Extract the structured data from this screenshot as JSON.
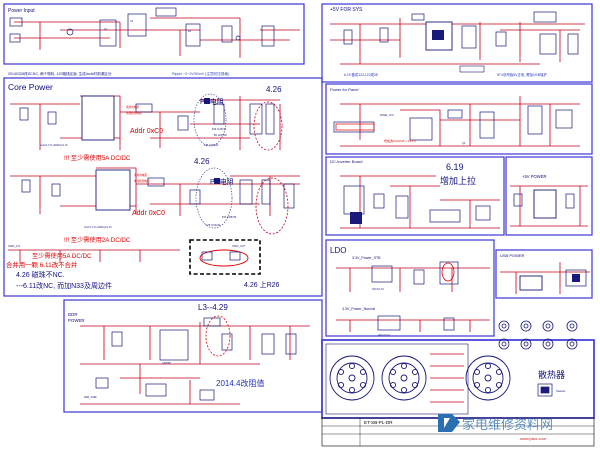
{
  "colors": {
    "frame": "#4a44d8",
    "wire": "#c0001e",
    "part": "#1a1a7a",
    "net": "#0a0a0a",
    "warn": "#e00000",
    "note_blue": "#2030c0",
    "note_dark": "#101080",
    "watermark": "#2a6fb0",
    "watermark_red": "#d02020"
  },
  "panels": {
    "power_input": {
      "title": "Power Input"
    },
    "five_v_sys": {
      "title": "+5V FOR SYS"
    },
    "core_power": {
      "title": "Core Power",
      "note_top": "20140328改DCDC, 两个物料, 120路线区版, 生成dcdc时前请区分",
      "note_top_right": "Ripple ~0~3V/50mV  (注意耐压规格)",
      "marks": [
        "4.26",
        "4.26"
      ],
      "pr_labels": [
        "PR电阻",
        "PR电阻"
      ],
      "addr_labels": [
        "Addr 0xC0",
        "Addr 0xC0"
      ],
      "warn_1": "!!! 至少需使用5A DC/DC",
      "warn_2": "!!! 至少需使用2A DC/DC",
      "warn_3": "至少需使用5A DC/DC",
      "warn_4": "合并用一颗 6.11改不合并",
      "fix_1": "4.26 磁珠不NC.",
      "fix_2": "---6.11改NC, 而加N33及周边件",
      "fix_3": "4.26 上R26"
    },
    "power_for_panel": {
      "title": "Power for Panel"
    },
    "dc_inverter": {
      "title": "DC-Inverter Board",
      "mark": "6.19",
      "mark_text": "增加上拉"
    },
    "plus5v_power": {
      "title": "+5V POWER"
    },
    "ldo": {
      "title": "LDO",
      "sub_1": "3.3V_Power_STB",
      "sub_2": "3.3V_Power_Normal"
    },
    "usb_power": {
      "title": "USB POWER"
    },
    "ddr_power": {
      "title_1": "DDR",
      "title_2": "POWER",
      "mark": "L3--4.29",
      "note": "2014.4改阻值"
    },
    "heatsink": {
      "title": "散热器"
    }
  },
  "notes": {
    "five_v_note": "6.19 做成122,122成0E",
    "five_v_note2": "5TV信号板5V正电, 需加USB保护",
    "title_block": "ET-SB-PL-DR"
  },
  "watermark": {
    "text": "家电维修资料网",
    "url": "www.jdwx.com"
  }
}
